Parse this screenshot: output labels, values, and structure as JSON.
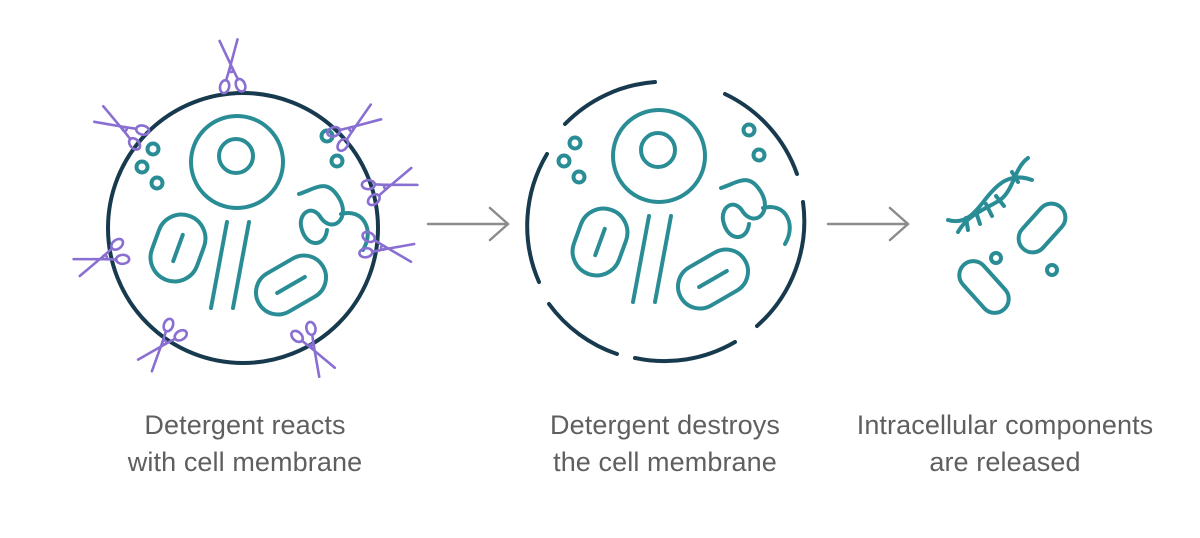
{
  "colors": {
    "membrane": "#173a4e",
    "organelle": "#2a8d96",
    "scissors": "#8a6fd2",
    "arrow": "#8c8c8c",
    "caption": "#5f5f61"
  },
  "steps": [
    {
      "id": "step-1",
      "caption_lines": [
        "Detergent reacts",
        "with cell membrane"
      ],
      "icon": "cell-with-scissors"
    },
    {
      "id": "step-2",
      "caption_lines": [
        "Detergent destroys",
        "the cell membrane"
      ],
      "icon": "broken-membrane-cell"
    },
    {
      "id": "step-3",
      "caption_lines": [
        "Intracellular components",
        "are released"
      ],
      "icon": "released-components"
    }
  ],
  "connectors": [
    {
      "from": "step-1",
      "to": "step-2",
      "icon": "arrow-right-icon"
    },
    {
      "from": "step-2",
      "to": "step-3",
      "icon": "arrow-right-icon"
    }
  ]
}
